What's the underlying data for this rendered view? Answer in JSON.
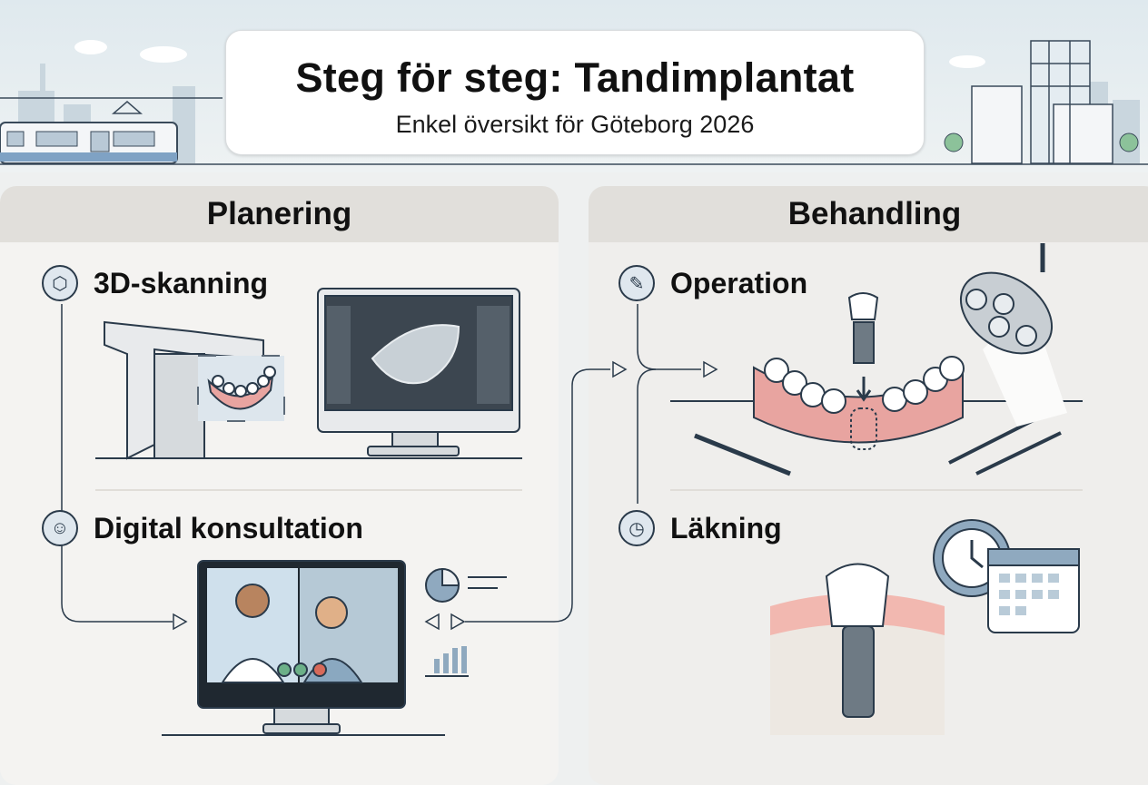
{
  "header": {
    "title": "Steg för steg: Tandimplantat",
    "subtitle": "Enkel översikt för Göteborg 2026"
  },
  "sections": {
    "planning": {
      "title": "Planering",
      "steps": [
        {
          "label": "3D-skanning",
          "icon": "cube-scan-icon"
        },
        {
          "label": "Digital konsultation",
          "icon": "user-icon"
        }
      ]
    },
    "treatment": {
      "title": "Behandling",
      "steps": [
        {
          "label": "Operation",
          "icon": "scalpel-icon"
        },
        {
          "label": "Läkning",
          "icon": "clock-icon"
        }
      ]
    }
  },
  "colors": {
    "gum": "#e8a4a0",
    "screen": "#3c4650",
    "accent": "#2a3a4a",
    "panel": "#f4f3f1",
    "panel_header": "#e1dfdb"
  }
}
